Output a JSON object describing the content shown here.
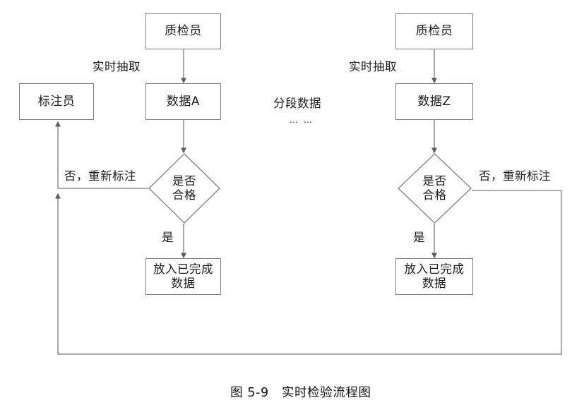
{
  "figure": {
    "caption_number": "图 5-9",
    "caption_title": "实时检验流程图"
  },
  "branches": {
    "left": {
      "inspector_label": "质检员",
      "data_label": "数据A",
      "extract_edge_label": "实时抽取",
      "decision_label": "是否\n合格",
      "yes_edge_label": "是",
      "no_edge_label": "否，重新标注",
      "done_label": "放入已完成\n数据",
      "annotator_label": "标注员"
    },
    "right": {
      "inspector_label": "质检员",
      "data_label": "数据Z",
      "extract_edge_label": "实时抽取",
      "decision_label": "是否\n合格",
      "yes_edge_label": "是",
      "no_edge_label": "否，重新标注",
      "done_label": "放入已完成\n数据"
    }
  },
  "middle": {
    "segment_note": "分段数据",
    "ellipsis": "… …"
  },
  "style": {
    "node_stroke": "#808080",
    "wire_stroke": "#7a7a7a",
    "text_color": "#1b1b1b",
    "background": "#ffffff"
  },
  "icons": {
    "arrowhead": "arrowhead-icon",
    "decision": "decision-diamond-icon"
  }
}
